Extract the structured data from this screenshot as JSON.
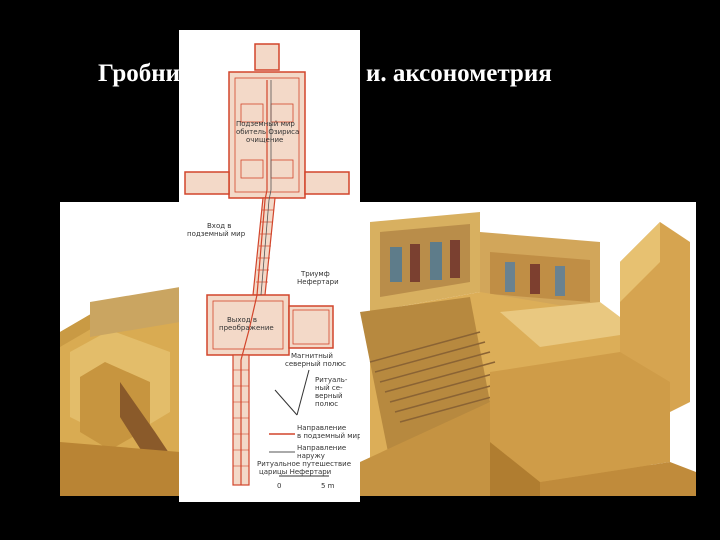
{
  "slide": {
    "title_left": "Гробни",
    "title_right": "и. аксонометрия"
  },
  "plan": {
    "labels": {
      "osiris_1": "Подземный мир",
      "osiris_2": "обитель Озириса",
      "osiris_3": "очищение",
      "entry_1": "Вход в",
      "entry_2": "подземный мир",
      "triumph_1": "Триумф",
      "triumph_2": "Нефертари",
      "exit_1": "Выход в",
      "exit_2": "преображение",
      "magnetic_1": "Магнитный",
      "magnetic_2": "северный полюс",
      "ritual_1": "Ритуаль-",
      "ritual_2": "ный се-",
      "ritual_3": "верный",
      "ritual_4": "полюс",
      "legend_under_1": "Направление",
      "legend_under_2": "в подземный мир",
      "legend_out_1": "Направление",
      "legend_out_2": "наружу",
      "path_1": "Ритуальное путешествие",
      "path_2": "царицы Нефертари",
      "scale_0": "0",
      "scale_5": "5 m"
    }
  },
  "colors": {
    "background": "#000000",
    "title": "#ffffff",
    "plan_red": "#d2452b",
    "sand": "#d7a84f",
    "stone": "#e2c27a",
    "dark_stone": "#8a6a3a"
  }
}
